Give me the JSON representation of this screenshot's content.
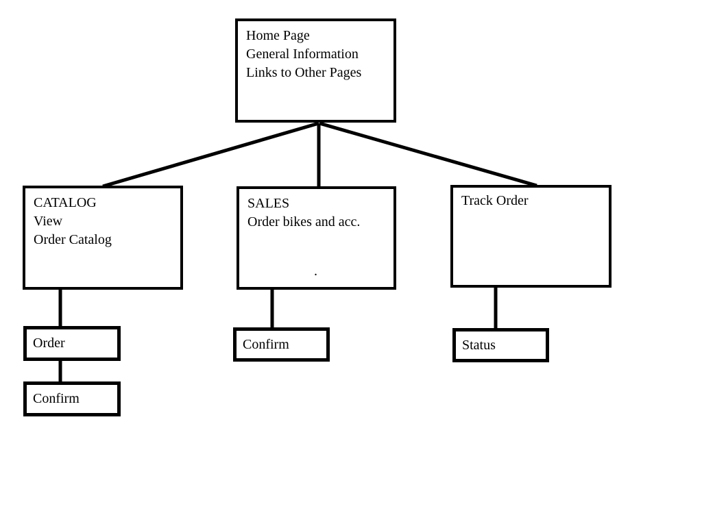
{
  "diagram": {
    "background": "#ffffff",
    "line_color": "#000000",
    "nodes": {
      "home": {
        "lines": [
          "Home Page",
          "General Information",
          "Links to Other Pages"
        ]
      },
      "catalog": {
        "lines": [
          "CATALOG",
          "View",
          "Order Catalog"
        ]
      },
      "sales": {
        "lines": [
          "SALES",
          "Order bikes and acc."
        ]
      },
      "track_order": {
        "lines": [
          "Track Order"
        ]
      },
      "catalog_order": {
        "label": "Order"
      },
      "catalog_confirm": {
        "label": "Confirm"
      },
      "sales_confirm": {
        "label": "Confirm"
      },
      "track_status": {
        "label": "Status"
      }
    },
    "stray_mark": ".",
    "edges": [
      {
        "from": "home",
        "to": "catalog"
      },
      {
        "from": "home",
        "to": "sales"
      },
      {
        "from": "home",
        "to": "track_order"
      },
      {
        "from": "catalog",
        "to": "catalog_order"
      },
      {
        "from": "catalog_order",
        "to": "catalog_confirm"
      },
      {
        "from": "sales",
        "to": "sales_confirm"
      },
      {
        "from": "track_order",
        "to": "track_status"
      }
    ]
  }
}
